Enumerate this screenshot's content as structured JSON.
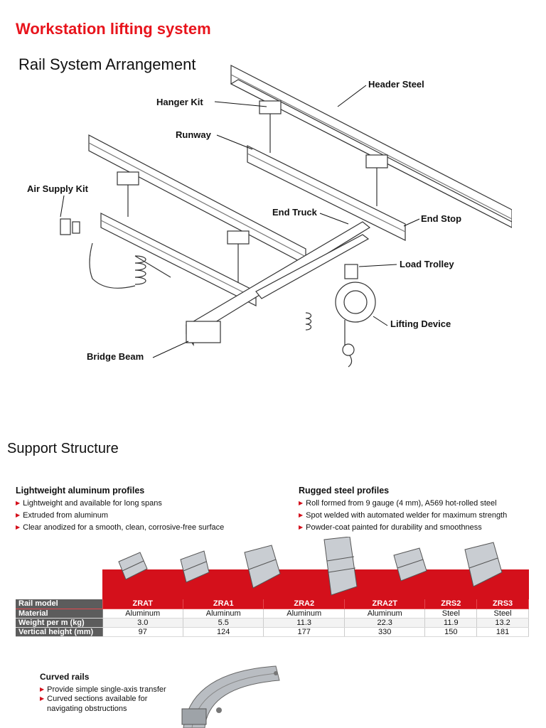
{
  "page": {
    "title": "Workstation lifting system",
    "subtitle": "Rail System Arrangement",
    "section_support": "Support Structure"
  },
  "diagram": {
    "labels": {
      "header_steel": "Header Steel",
      "hanger_kit": "Hanger Kit",
      "runway": "Runway",
      "air_supply_kit": "Air Supply Kit",
      "end_truck": "End Truck",
      "end_stop": "End Stop",
      "load_trolley": "Load Trolley",
      "lifting_device": "Lifting Device",
      "bridge_beam": "Bridge Beam"
    }
  },
  "aluminum": {
    "heading": "Lightweight aluminum profiles",
    "bullets": [
      "Lightweight and available for long spans",
      "Extruded from aluminum",
      "Clear anodized for a smooth, clean, corrosive-free surface"
    ]
  },
  "steel": {
    "heading": "Rugged steel profiles",
    "bullets": [
      "Roll formed from 9 gauge (4 mm), A569 hot-rolled steel",
      "Spot welded with automated welder for maximum strength",
      "Powder-coat painted for durability and smoothness"
    ]
  },
  "table": {
    "header": [
      "Rail model",
      "ZRAT",
      "ZRA1",
      "ZRA2",
      "ZRA2T",
      "ZRS2",
      "ZRS3"
    ],
    "rows": [
      [
        "Material",
        "Aluminum",
        "Aluminum",
        "Aluminum",
        "Aluminum",
        "Steel",
        "Steel"
      ],
      [
        "Weight per m (kg)",
        "3.0",
        "5.5",
        "11.3",
        "22.3",
        "11.9",
        "13.2"
      ],
      [
        "Vertical height (mm)",
        "97",
        "124",
        "177",
        "330",
        "150",
        "181"
      ]
    ]
  },
  "curved": {
    "heading": "Curved rails",
    "bullets": [
      "Provide simple single-axis transfer",
      "Curved sections available for navigating obstructions"
    ]
  },
  "colors": {
    "title_red": "#e8141c",
    "banner_red": "#d4101b",
    "label_gray": "#5c5c5c"
  }
}
